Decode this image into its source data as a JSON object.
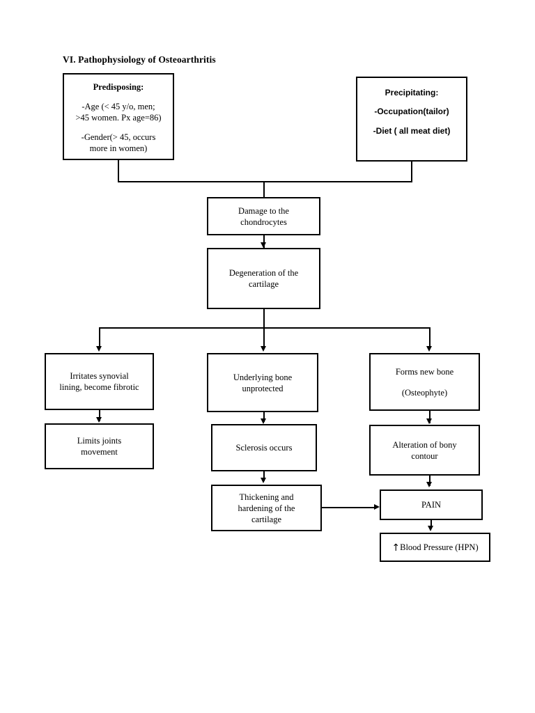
{
  "page": {
    "title": "VI. Pathophysiology of Osteoarthritis",
    "background": "#ffffff",
    "ink": "#000000"
  },
  "nodes": {
    "predisposing": {
      "header": "Predisposing:",
      "line1": "-Age (< 45 y/o, men;",
      "line2": ">45 women. Px age=86)",
      "line3": "-Gender(> 45, occurs",
      "line4": "more in women)"
    },
    "precipitating": {
      "header": "Precipitating:",
      "line1": "-Occupation(tailor)",
      "line2": "-Diet ( all meat diet)"
    },
    "damage": {
      "line1": "Damage to the",
      "line2": "chondrocytes"
    },
    "degeneration": {
      "line1": "Degeneration of the",
      "line2": "cartilage"
    },
    "irritates": {
      "line1": "Irritates synovial",
      "line2": "lining, become fibrotic"
    },
    "limits": {
      "line1": "Limits joints",
      "line2": "movement"
    },
    "underlying": {
      "line1": "Underlying bone",
      "line2": "unprotected"
    },
    "sclerosis": {
      "line1": "Sclerosis occurs"
    },
    "thickening": {
      "line1": "Thickening and",
      "line2": "hardening of the",
      "line3": "cartilage"
    },
    "osteophyte": {
      "line1": "Forms new bone",
      "line2": "(Osteophyte)"
    },
    "alteration": {
      "line1": "Alteration of bony",
      "line2": "contour"
    },
    "pain": {
      "line1": "PAIN"
    },
    "bloodpressure": {
      "arrow": "↑",
      "line1": "Blood Pressure (HPN)"
    }
  }
}
